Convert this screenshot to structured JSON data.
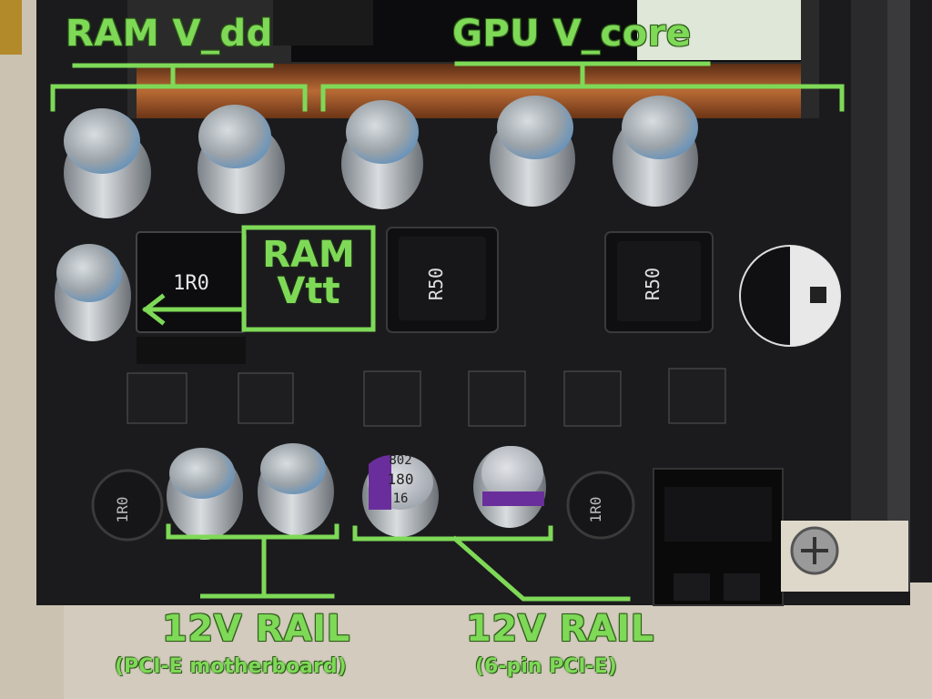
{
  "labels": {
    "ram_vdd": "RAM V_dd",
    "gpu_vcore": "GPU V_core",
    "ram_vtt_line1": "RAM",
    "ram_vtt_line2": "Vtt",
    "rail_pcie_mb": "12V RAIL",
    "rail_pcie_mb_sub": "(PCI-E motherboard)",
    "rail_6pin": "12V RAIL",
    "rail_6pin_sub": "(6-pin PCI-E)"
  },
  "components": {
    "inductor_1r0": "1R0",
    "inductor_r50_left": "R50",
    "inductor_r50_right": "R50",
    "inductor_small_left": "1R0",
    "inductor_small_right": "1R0",
    "cap_purple_code": "802",
    "cap_purple_value": "180",
    "cap_purple_voltage": "16"
  },
  "colors": {
    "label_green": "#7ed957",
    "pcb": "#1a1a1c"
  }
}
